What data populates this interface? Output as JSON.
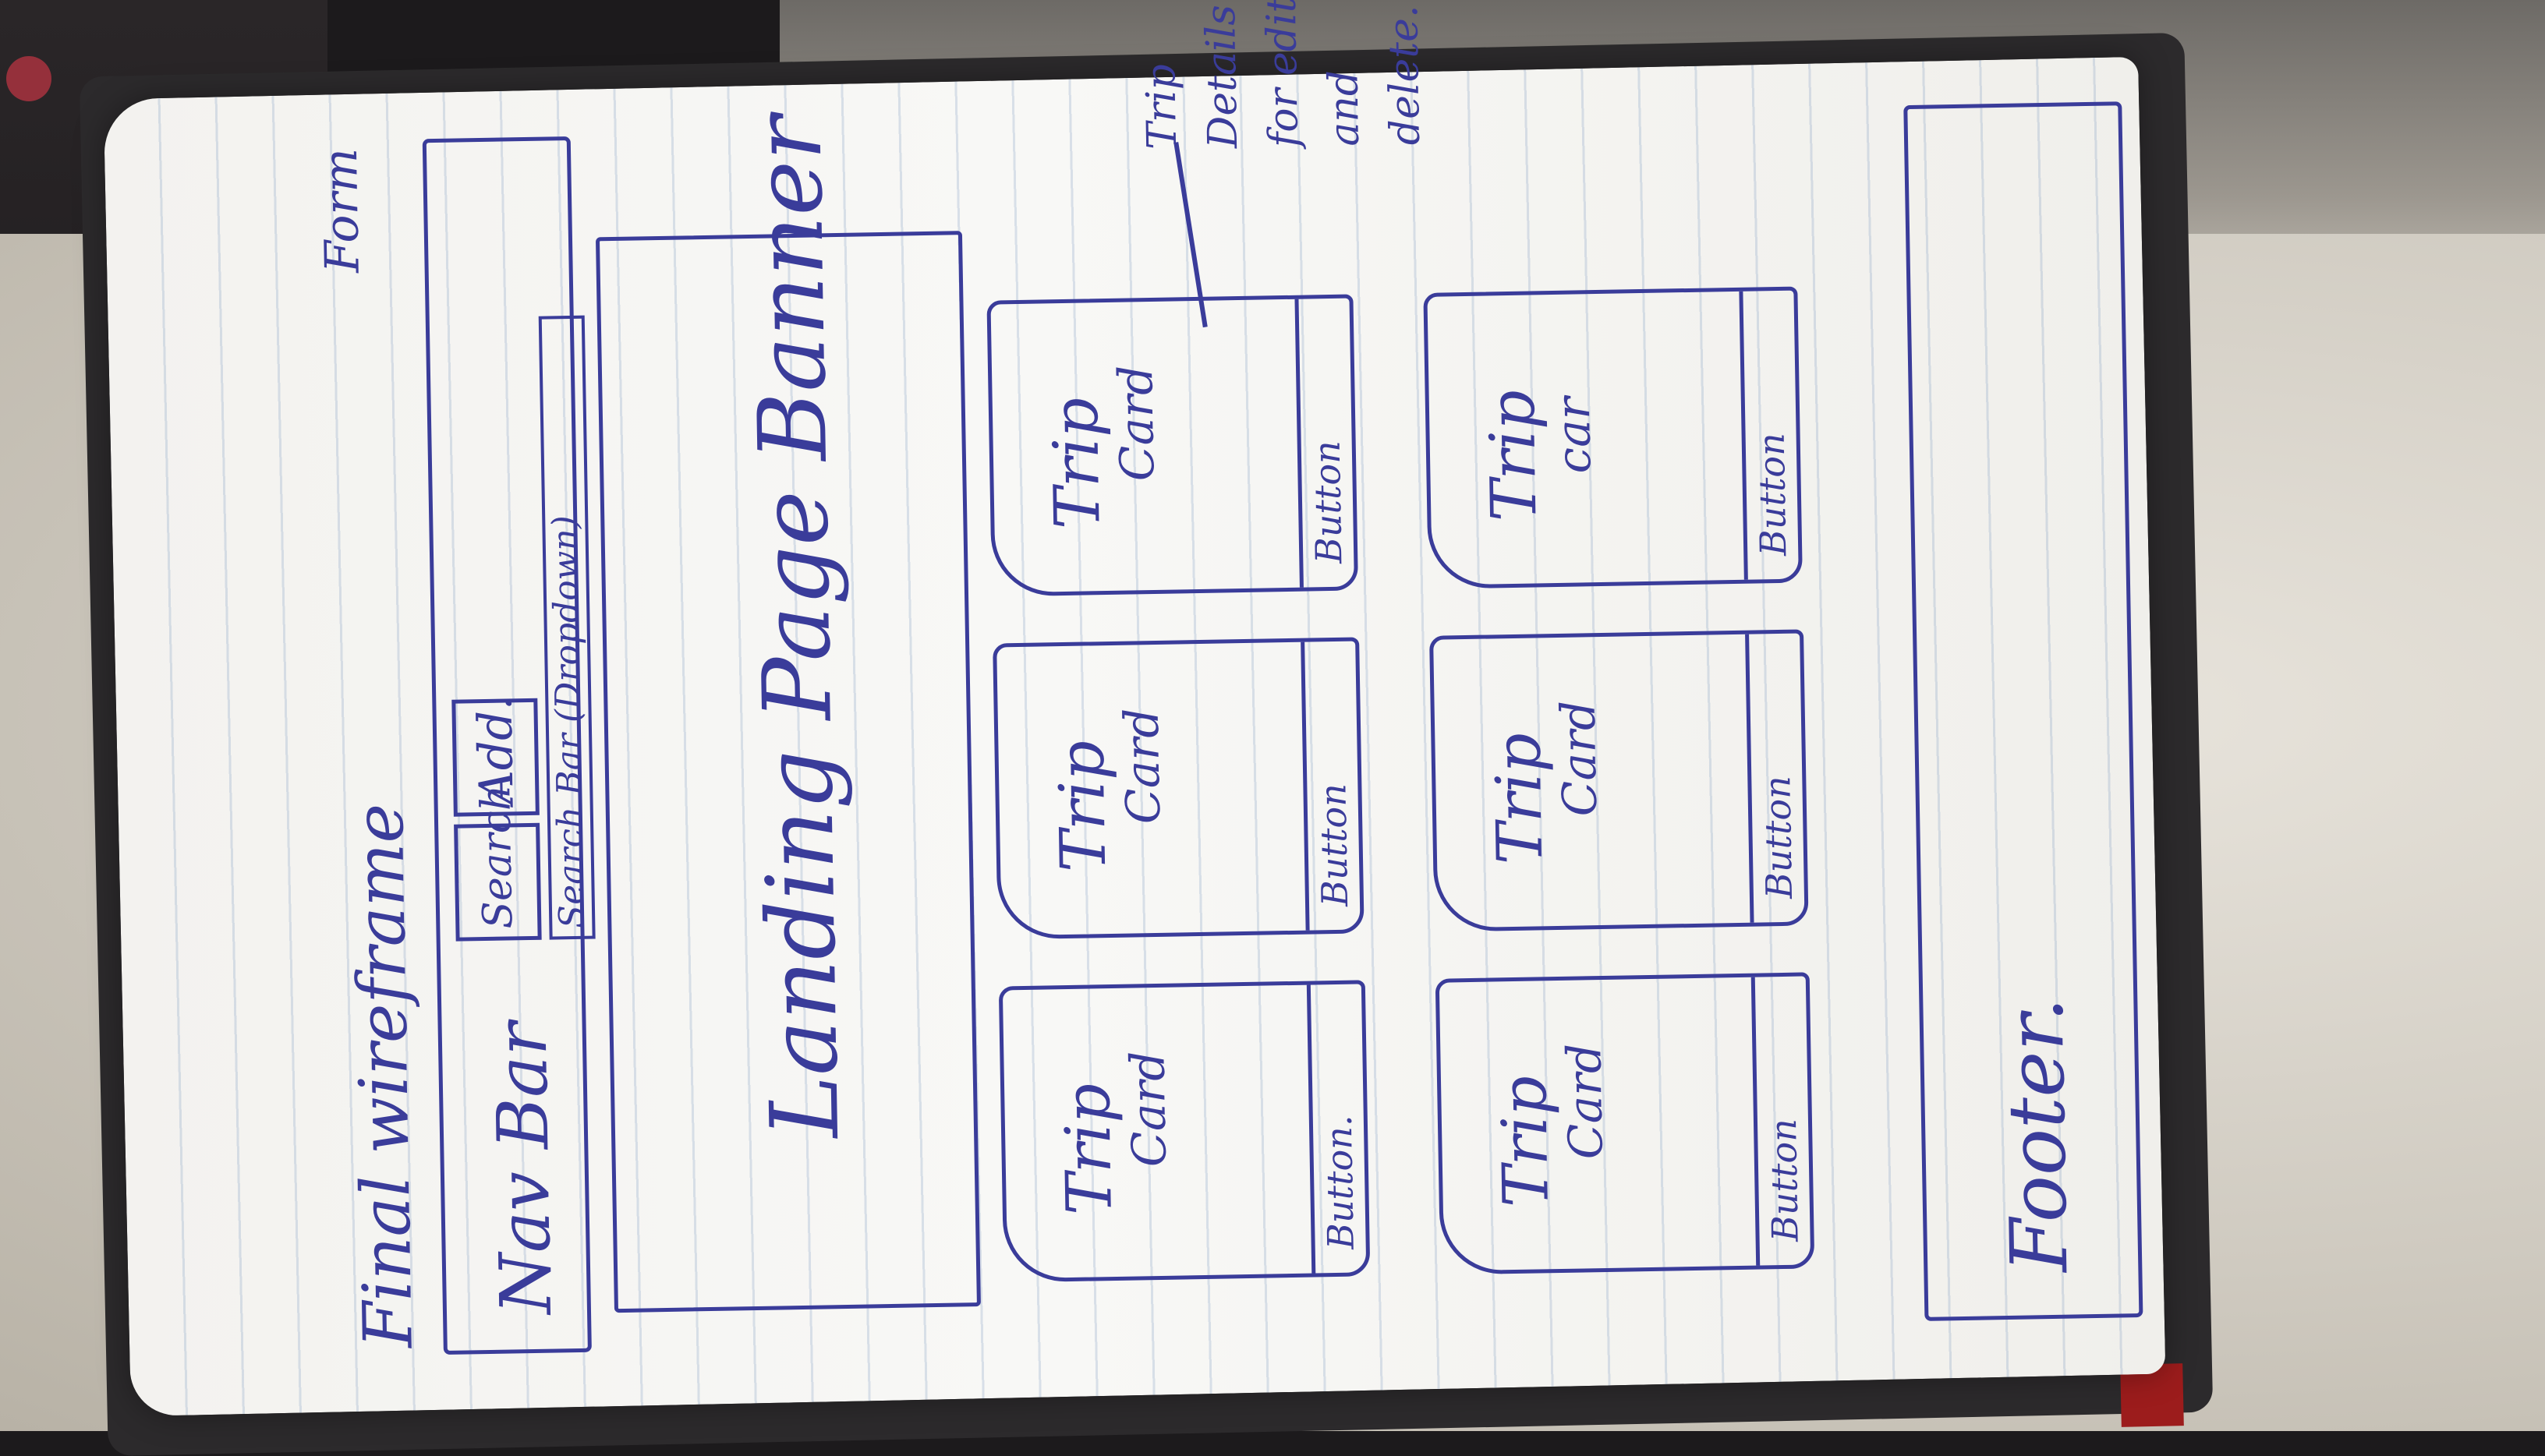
{
  "sketch": {
    "title": "Final wireframe",
    "nav": {
      "label": "Nav Bar",
      "search_button": "Search",
      "add_button": "Add.",
      "search_bar": "Search Bar (Dropdown)",
      "form_note": "Form"
    },
    "banner": "Landing Page Banner",
    "cards": [
      {
        "title": "Trip",
        "subtitle": "Card",
        "button": "Button."
      },
      {
        "title": "Trip",
        "subtitle": "Card",
        "button": "Button"
      },
      {
        "title": "Trip",
        "subtitle": "Card",
        "button": "Button"
      },
      {
        "title": "Trip",
        "subtitle": "Card",
        "button": "Button"
      },
      {
        "title": "Trip",
        "subtitle": "Card",
        "button": "Button"
      },
      {
        "title": "Trip",
        "subtitle": "car",
        "button": "Button"
      }
    ],
    "details_note": "Trip Details for edit and delete.",
    "footer": "Footer."
  },
  "colors": {
    "ink": "#3a3c9a",
    "paper": "#f4f3f0"
  }
}
